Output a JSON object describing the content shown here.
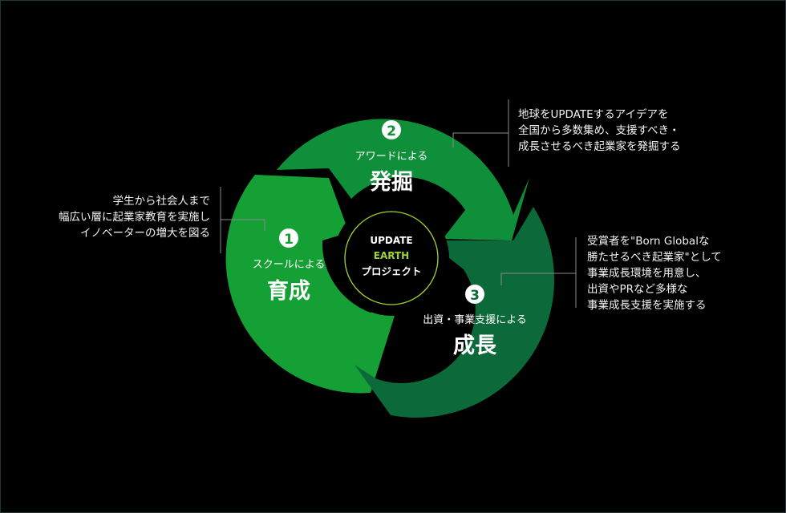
{
  "colors": {
    "background": "#000000",
    "green_light": "#14a035",
    "green_mid": "#0f8f3a",
    "green_dark": "#0c6a3a",
    "accent_lime": "#9fd62a"
  },
  "center": {
    "line1": "UPDATE",
    "line2": "EARTH",
    "line3": "プロジェクト"
  },
  "steps": [
    {
      "number": "1",
      "subtitle": "スクールによる",
      "title": "育成",
      "description": [
        "学生から社会人まで",
        "幅広い層に起業家教育を実施し",
        "イノベーターの増大を図る"
      ]
    },
    {
      "number": "2",
      "subtitle": "アワードによる",
      "title": "発掘",
      "description": [
        "地球をUPDATEするアイデアを",
        "全国から多数集め、支援すべき・",
        "成長させるべき起業家を発掘する"
      ]
    },
    {
      "number": "3",
      "subtitle": "出資・事業支援による",
      "title": "成長",
      "description": [
        "受賞者を\"Born Globalな",
        "勝たせるべき起業家\"として",
        "事業成長環境を用意し、",
        "出資やPRなど多様な",
        "事業成長支援を実施する"
      ]
    }
  ]
}
